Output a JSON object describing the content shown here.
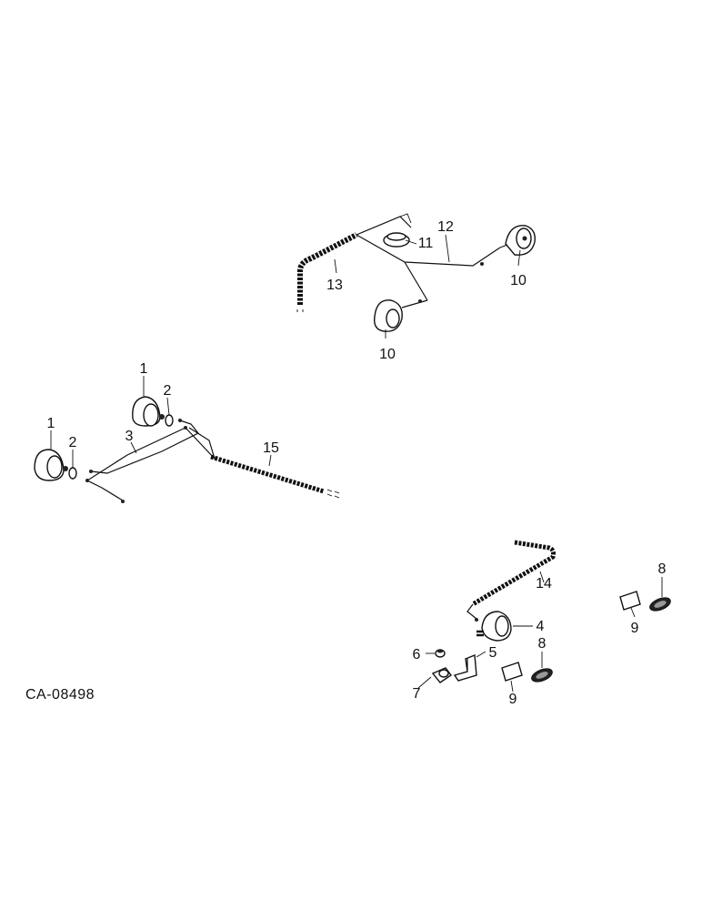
{
  "drawing_code": "CA-08498",
  "callouts": {
    "c1a": "1",
    "c1b": "1",
    "c2a": "2",
    "c2b": "2",
    "c3": "3",
    "c4": "4",
    "c5": "5",
    "c6": "6",
    "c7": "7",
    "c8a": "8",
    "c8b": "8",
    "c9a": "9",
    "c9b": "9",
    "c10a": "10",
    "c10b": "10",
    "c11": "11",
    "c12": "12",
    "c13": "13",
    "c14": "14",
    "c15": "15"
  },
  "colors": {
    "ink": "#111111",
    "paper": "#ffffff"
  }
}
